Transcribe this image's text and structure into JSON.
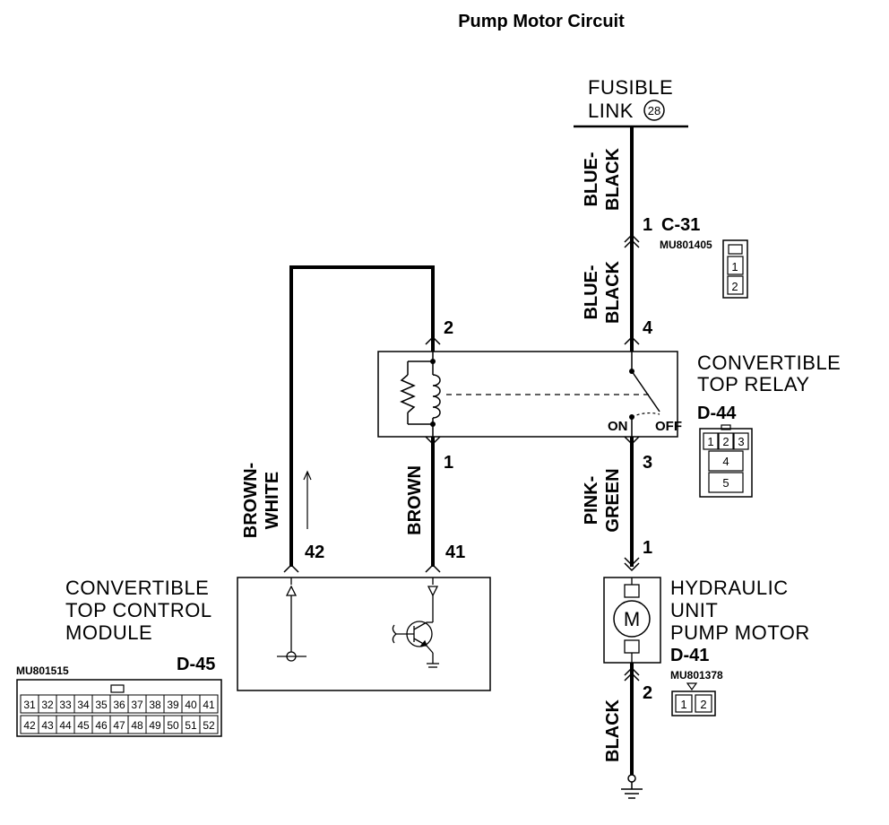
{
  "title": "Pump Motor Circuit",
  "fusible_link": {
    "line1": "FUSIBLE",
    "line2": "LINK",
    "number": "28"
  },
  "wires": {
    "blue_black_1": [
      "BLUE-",
      "BLACK"
    ],
    "blue_black_2": [
      "BLUE-",
      "BLACK"
    ],
    "brown_white": [
      "BROWN-",
      "WHITE"
    ],
    "brown": "BROWN",
    "pink_green": [
      "PINK-",
      "GREEN"
    ],
    "black": "BLACK"
  },
  "connector_c31": {
    "pin": "1",
    "code": "C-31",
    "part": "MU801405",
    "pins": [
      "1",
      "2"
    ]
  },
  "relay": {
    "name_line1": "CONVERTIBLE",
    "name_line2": "TOP RELAY",
    "code": "D-44",
    "pin_top_left": "2",
    "pin_top_right": "4",
    "pin_bottom_left": "1",
    "pin_bottom_right": "3",
    "on": "ON",
    "off": "OFF",
    "connector_pins": [
      "1",
      "2",
      "3",
      "4",
      "5"
    ]
  },
  "module": {
    "name_line1": "CONVERTIBLE",
    "name_line2": "TOP CONTROL",
    "name_line3": "MODULE",
    "code": "D-45",
    "part": "MU801515",
    "pin_a": "42",
    "pin_b": "41",
    "connector_row1": [
      "31",
      "32",
      "33",
      "34",
      "35",
      "36",
      "37",
      "38",
      "39",
      "40",
      "41"
    ],
    "connector_row2": [
      "42",
      "43",
      "44",
      "45",
      "46",
      "47",
      "48",
      "49",
      "50",
      "51",
      "52"
    ]
  },
  "pump": {
    "name_line1": "HYDRAULIC",
    "name_line2": "UNIT",
    "name_line3": "PUMP MOTOR",
    "code": "D-41",
    "part": "MU801378",
    "pin_top": "1",
    "pin_bottom": "2",
    "motor_symbol": "M",
    "connector_pins": [
      "1",
      "2"
    ]
  }
}
